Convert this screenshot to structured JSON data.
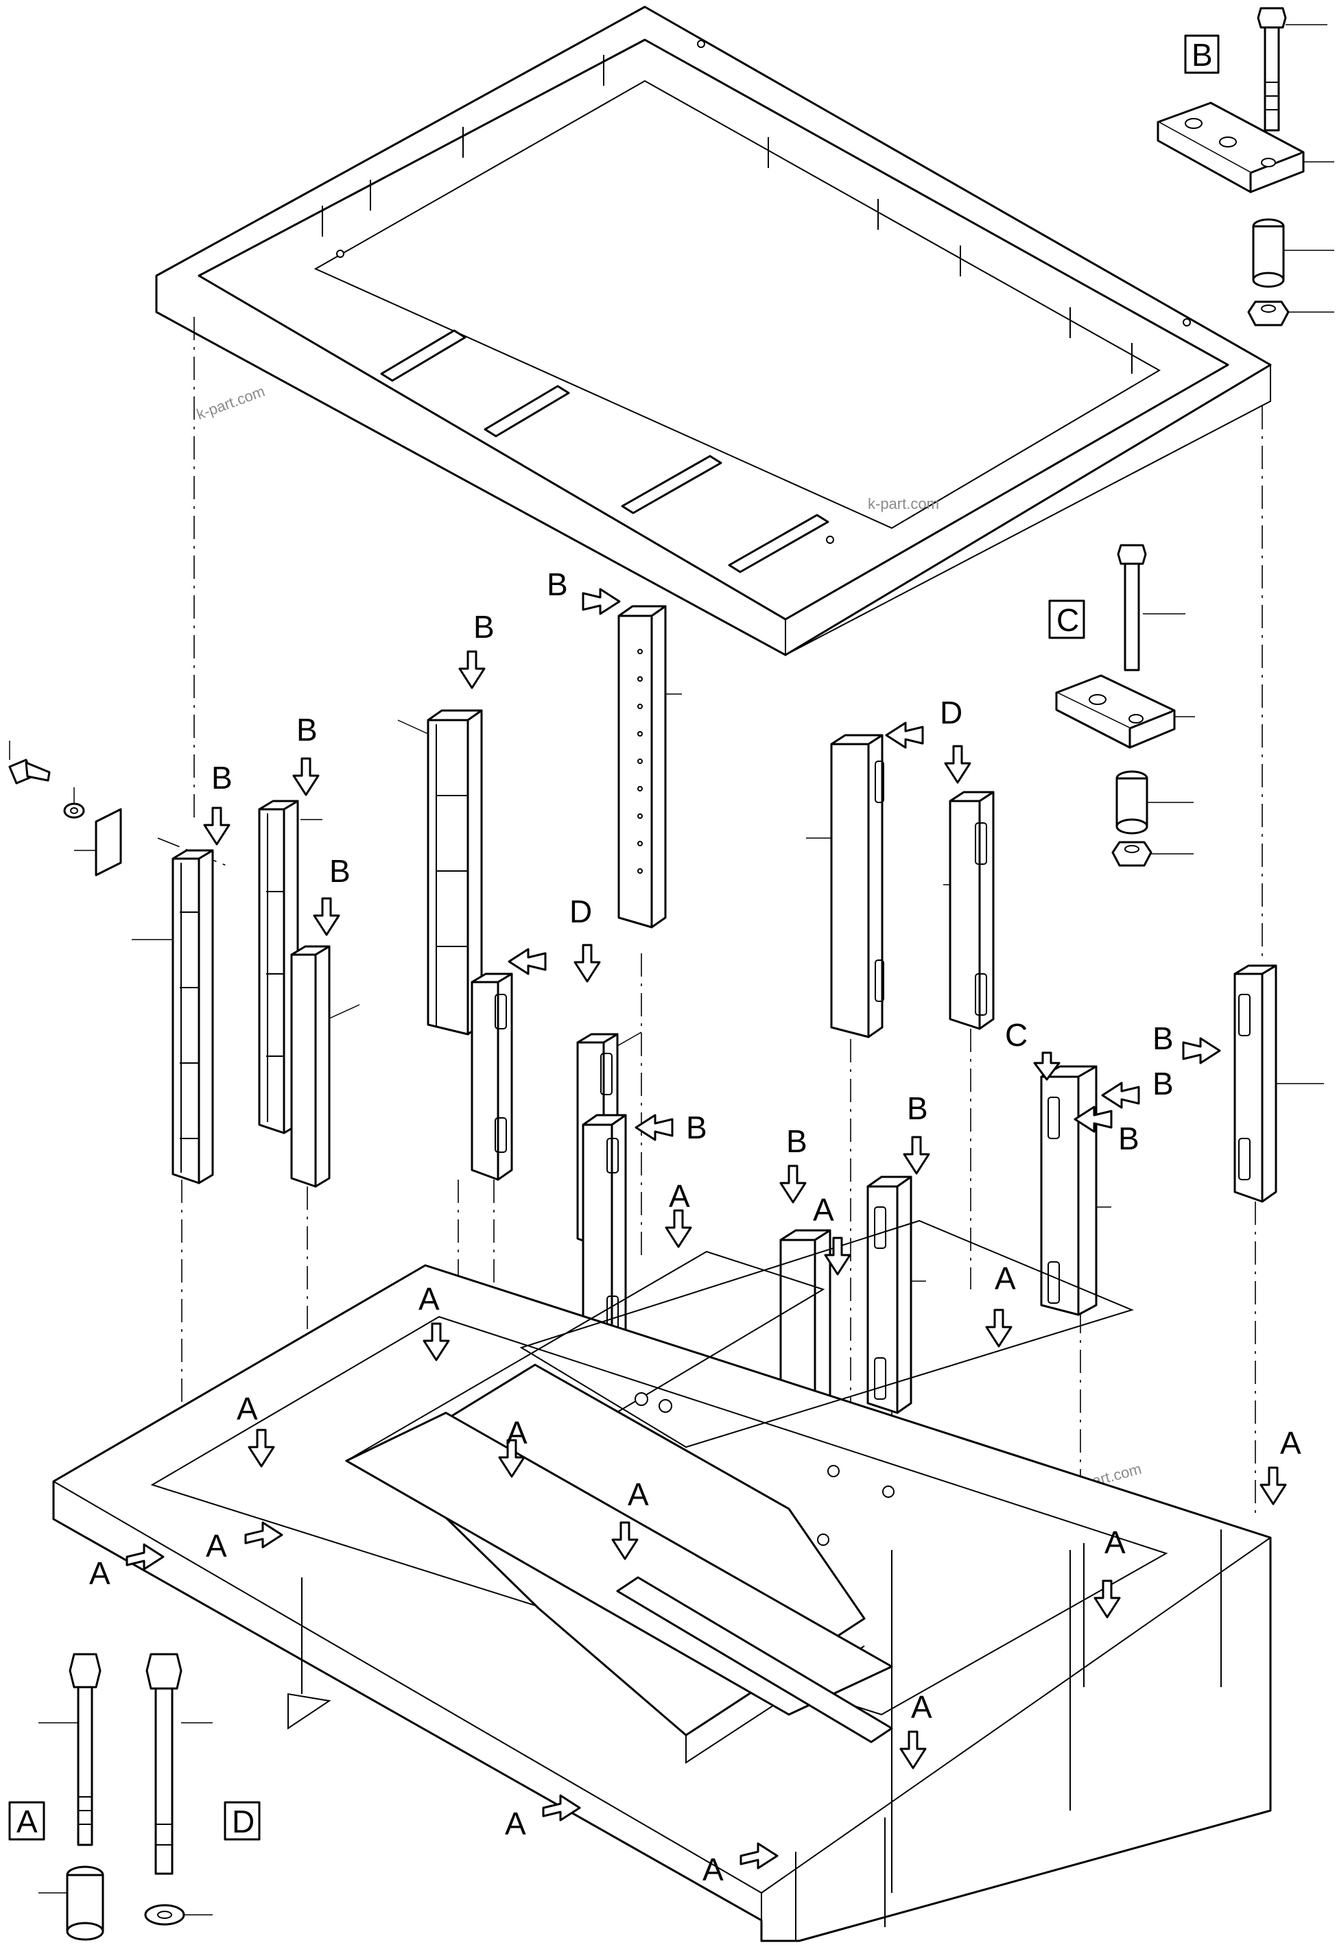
{
  "watermark": "k-part.com",
  "detail_boxes": [
    {
      "id": "box-b",
      "label": "B"
    },
    {
      "id": "box-c",
      "label": "C"
    },
    {
      "id": "box-a",
      "label": "A"
    },
    {
      "id": "box-d",
      "label": "D"
    }
  ],
  "callouts": {
    "A": "A",
    "B": "B",
    "C": "C",
    "D": "D"
  },
  "colors": {
    "line": "#000000",
    "background": "#ffffff",
    "watermark": "#8a8a8a"
  }
}
